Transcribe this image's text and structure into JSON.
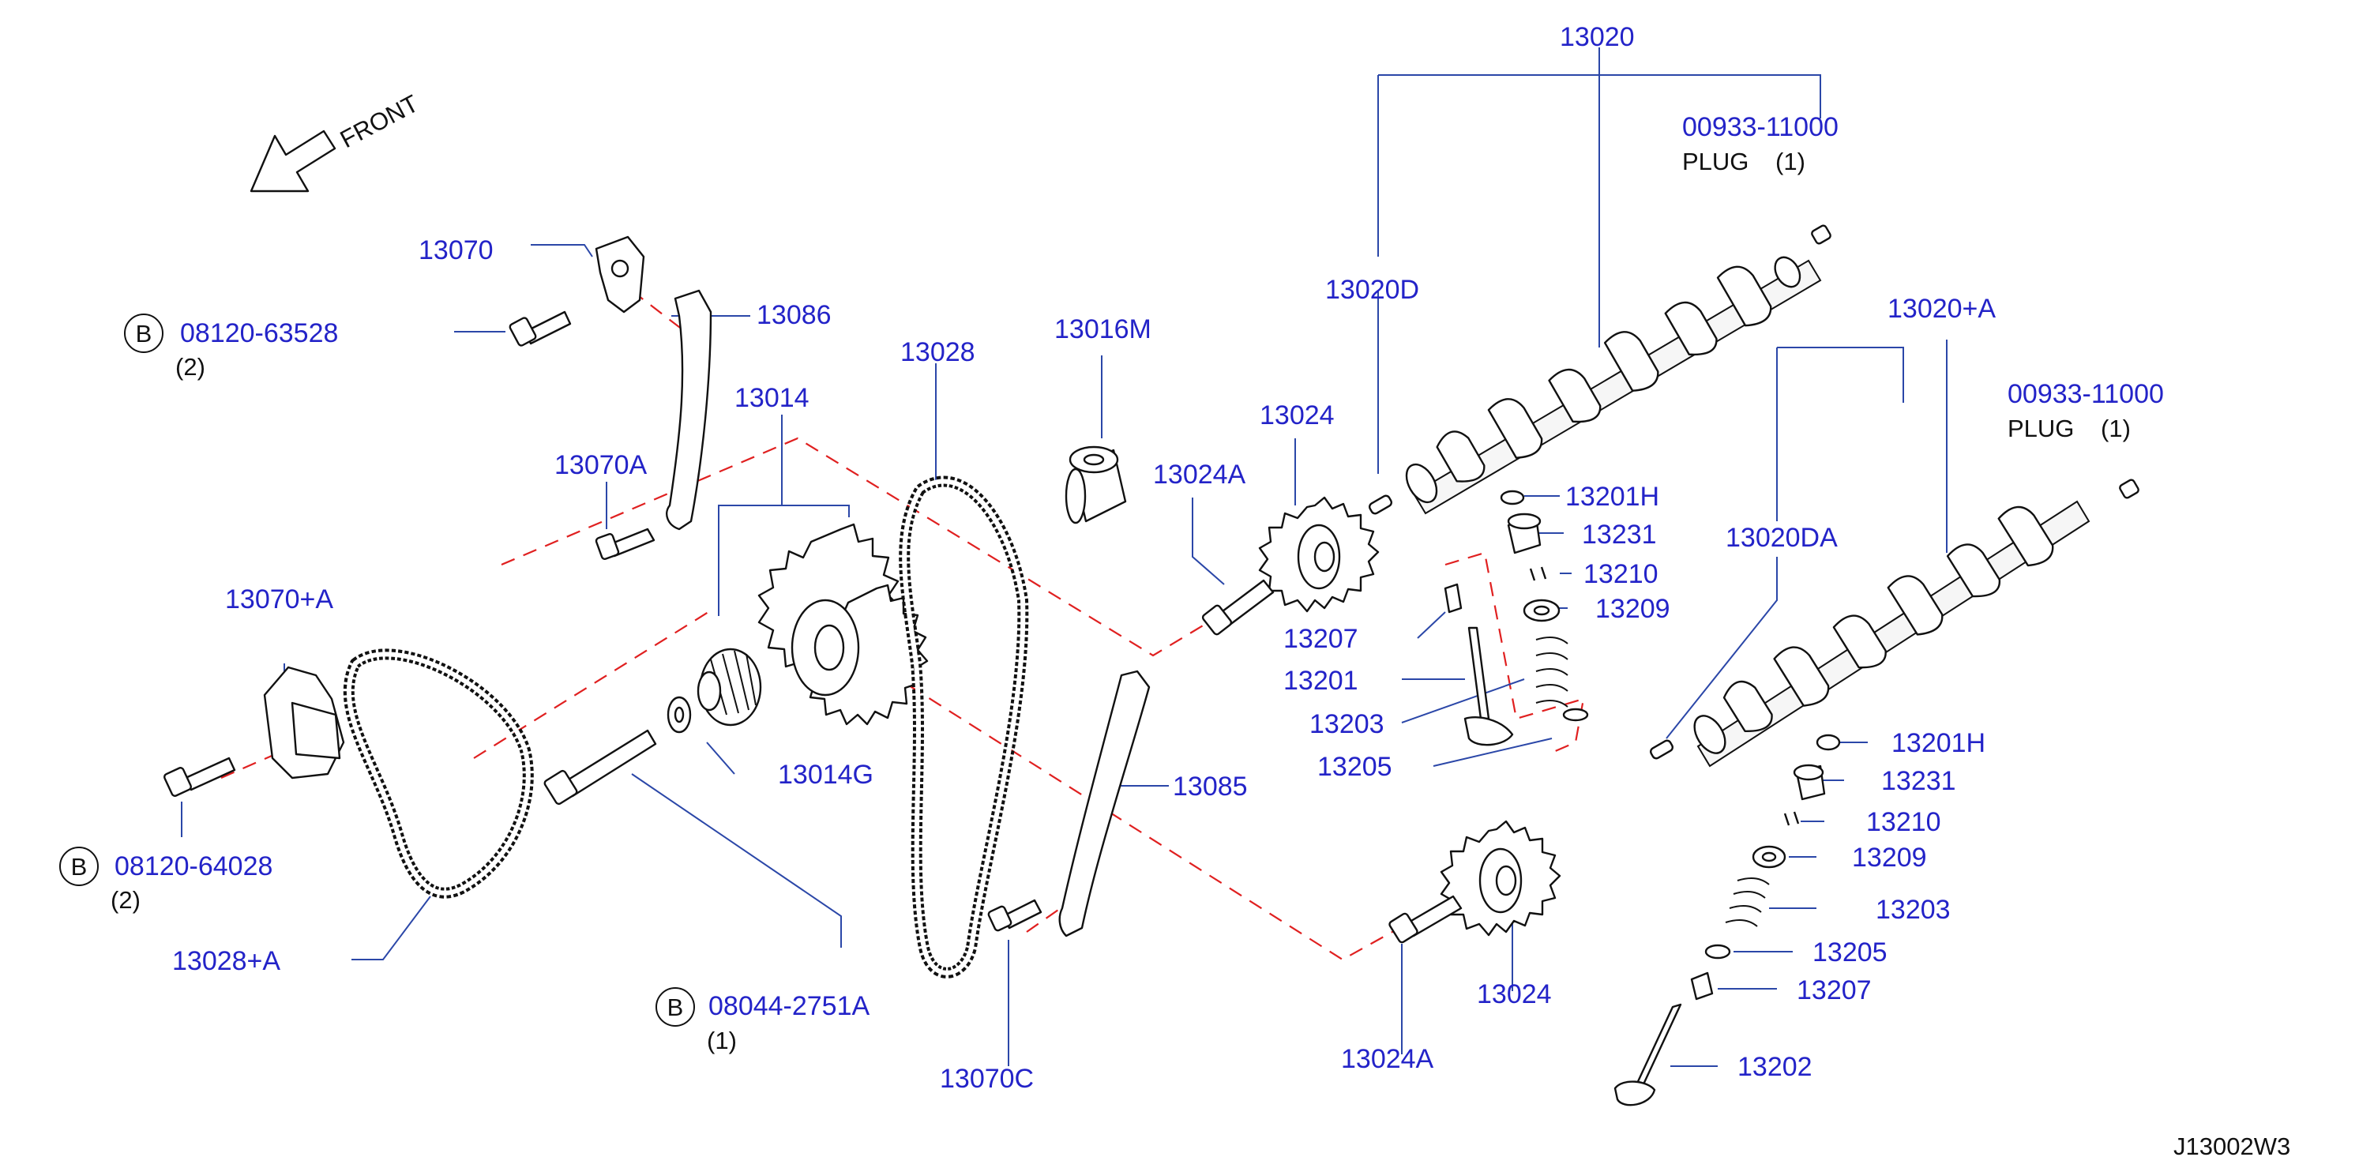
{
  "direction": {
    "text": "FRONT"
  },
  "bolt_marker": "B",
  "part_numbers": {
    "p13020": "13020",
    "p00933_upper": "00933-11000",
    "plug_upper": "PLUG",
    "plug_upper_qty": "(1)",
    "p13020D": "13020D",
    "p13020A": "13020+A",
    "p00933_lower": "00933-11000",
    "plug_lower": "PLUG",
    "plug_lower_qty": "(1)",
    "p13020DA": "13020DA",
    "p13070": "13070",
    "p08120_63528": "08120-63528",
    "q08120_63528": "(2)",
    "p13086": "13086",
    "p13014": "13014",
    "p13028": "13028",
    "p13016M": "13016M",
    "p13024_top": "13024",
    "p13024A_top": "13024A",
    "p13070A": "13070A",
    "p13201H_a": "13201H",
    "p13231_a": "13231",
    "p13210_a": "13210",
    "p13209_a": "13209",
    "p13207_a": "13207",
    "p13201": "13201",
    "p13203_a": "13203",
    "p13205_a": "13205",
    "p13070pA": "13070+A",
    "p13014G": "13014G",
    "p13085": "13085",
    "p08120_64028": "08120-64028",
    "q08120_64028": "(2)",
    "p13028pA": "13028+A",
    "p08044": "08044-2751A",
    "q08044": "(1)",
    "p13070C": "13070C",
    "p13024_bottom": "13024",
    "p13024A_bottom": "13024A",
    "p13201H_b": "13201H",
    "p13231_b": "13231",
    "p13210_b": "13210",
    "p13209_b": "13209",
    "p13203_b": "13203",
    "p13205_b": "13205",
    "p13207_b": "13207",
    "p13202": "13202"
  },
  "diagram_code": "J13002W3"
}
